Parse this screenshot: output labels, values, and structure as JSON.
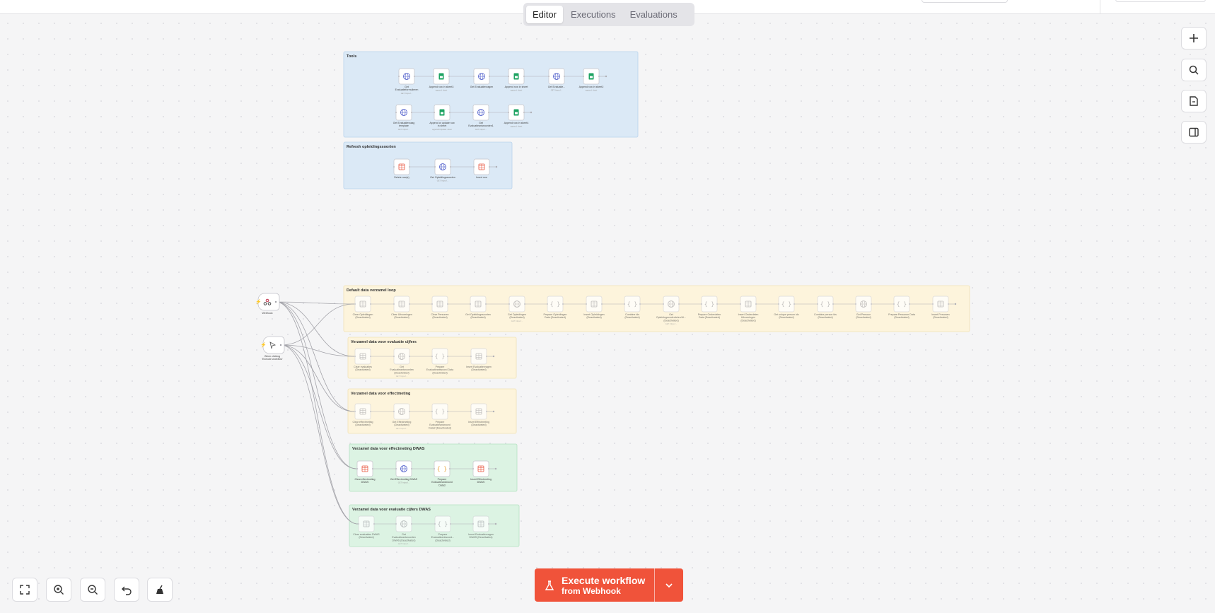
{
  "tabs": [
    "Editor",
    "Executions",
    "Evaluations"
  ],
  "active_tab": "Editor",
  "right_toolbar": [
    {
      "name": "add-node-button",
      "icon": "plus-icon"
    },
    {
      "name": "search-nodes-button",
      "icon": "search-icon"
    },
    {
      "name": "add-sticky-button",
      "icon": "sticky-note-icon"
    },
    {
      "name": "toggle-panel-button",
      "icon": "panel-icon"
    }
  ],
  "bottom_toolbar": [
    {
      "name": "zoom-to-fit-button",
      "icon": "fit-view-icon"
    },
    {
      "name": "zoom-in-button",
      "icon": "zoom-in-icon"
    },
    {
      "name": "zoom-out-button",
      "icon": "zoom-out-icon"
    },
    {
      "name": "undo-button",
      "icon": "undo-icon"
    },
    {
      "name": "tidy-up-button",
      "icon": "broom-icon"
    }
  ],
  "execute": {
    "label": "Execute workflow",
    "sublabel": "from Webhook",
    "color": "#f0533a"
  },
  "colors": {
    "blue_sticky": "#dbe9f6",
    "yellow_sticky": "#fdf4dc",
    "green_sticky": "#dcf3e3"
  },
  "triggers": [
    {
      "label": "Webhook",
      "icon": "webhook-icon"
    },
    {
      "label": "When clicking 'Execute workflow'",
      "icon": "cursor-icon"
    }
  ],
  "groups": [
    {
      "title": "Tools",
      "color": "blue",
      "rows": [
        [
          {
            "label": "Get Evaluatieformulieren",
            "sub": "GET: https://...",
            "type": "http"
          },
          {
            "label": "Append row in sheet3",
            "sub": "append: sheet",
            "type": "sheets"
          },
          {
            "label": "Get Evaluatievragen",
            "sub": "",
            "type": "http"
          },
          {
            "label": "Append row in sheet",
            "sub": "append: sheet",
            "type": "sheets"
          },
          {
            "label": "Get Evaluatie...",
            "sub": "GET: https://...",
            "type": "http"
          },
          {
            "label": "Append row in sheet2",
            "sub": "append: sheet",
            "type": "sheets"
          }
        ],
        [
          {
            "label": "Get Evaluatievraag template",
            "sub": "GET: https://...",
            "type": "http"
          },
          {
            "label": "Append or update row in sheet",
            "sub": "appendOrUpdate: sheet",
            "type": "sheets"
          },
          {
            "label": "Get Evaluatieantwoorden1",
            "sub": "GET: https://...",
            "type": "http"
          },
          {
            "label": "Append row in sheet4",
            "sub": "append: sheet",
            "type": "sheets"
          }
        ]
      ]
    },
    {
      "title": "Refresh opleidingssoorten",
      "color": "blue",
      "rows": [
        [
          {
            "label": "Delete row(s)",
            "sub": "",
            "type": "table"
          },
          {
            "label": "Get Opleidingssoorten",
            "sub": "GET: https://...",
            "type": "http"
          },
          {
            "label": "Insert row",
            "sub": "",
            "type": "table"
          }
        ]
      ]
    },
    {
      "title": "Default data verzamel loop",
      "color": "yellow",
      "rows": [
        [
          {
            "label": "Clear Opleidingen (Deactivated)",
            "sub": "",
            "type": "table-off"
          },
          {
            "label": "Clear Uitvoeringen (Deactivated)",
            "sub": "",
            "type": "table-off"
          },
          {
            "label": "Clear Personen (Deactivated)",
            "sub": "",
            "type": "table-off"
          },
          {
            "label": "Get Opleidingssoorten (Deactivated)",
            "sub": "",
            "type": "table-off"
          },
          {
            "label": "Get Opleidingen (Deactivated)",
            "sub": "GET: https://...",
            "type": "http-off"
          },
          {
            "label": "Prepare Opleidingen Data (Deactivated)",
            "sub": "",
            "type": "code-off"
          },
          {
            "label": "Insert Opleidingen (Deactivated)",
            "sub": "",
            "type": "table-off"
          },
          {
            "label": "Combine ids (Deactivated)",
            "sub": "",
            "type": "code-off"
          },
          {
            "label": "Get Opleidingsonderdelen/Ui... (Deactivated)",
            "sub": "GET: https://...",
            "type": "http-off"
          },
          {
            "label": "Prepare Onderdelen Data (Deactivated)",
            "sub": "",
            "type": "code-off"
          },
          {
            "label": "Insert Onderdelen Uitvoeringen (Deactivated)",
            "sub": "",
            "type": "table-off"
          },
          {
            "label": "Get unique person ids (Deactivated)",
            "sub": "",
            "type": "code-off"
          },
          {
            "label": "Combine person ids (Deactivated)",
            "sub": "",
            "type": "code-off"
          },
          {
            "label": "Get Persoon (Deactivated)",
            "sub": "",
            "type": "http-off"
          },
          {
            "label": "Prepare Personen Data (Deactivated)",
            "sub": "",
            "type": "code-off"
          },
          {
            "label": "Insert Personen (Deactivated)",
            "sub": "",
            "type": "table-off"
          }
        ]
      ]
    },
    {
      "title": "Verzamel data voor evaluatie cijfers",
      "color": "yellow",
      "rows": [
        [
          {
            "label": "Clear evaluaties (Deactivated)",
            "sub": "",
            "type": "table-off"
          },
          {
            "label": "Get Evaluatieantwoorden (Deactivated)",
            "sub": "GET: https://...",
            "type": "http-off"
          },
          {
            "label": "Prepare Evaluatieantwoord Data (Deactivated)",
            "sub": "",
            "type": "code-off"
          },
          {
            "label": "Insert Evaluatievragen (Deactivated)",
            "sub": "",
            "type": "table-off"
          }
        ]
      ]
    },
    {
      "title": "Verzamel data voor effectmeting",
      "color": "yellow",
      "rows": [
        [
          {
            "label": "Clear effectmeting (Deactivated)",
            "sub": "",
            "type": "table-off"
          },
          {
            "label": "Get Effectmeting (Deactivated)",
            "sub": "GET: https://...",
            "type": "http-off"
          },
          {
            "label": "Prepare Evaluatieantwoord Data2 (Deactivated)",
            "sub": "",
            "type": "code-off"
          },
          {
            "label": "Insert Effectmeting (Deactivated)",
            "sub": "",
            "type": "table-off"
          }
        ]
      ]
    },
    {
      "title": "Verzamel data voor effectmeting DWAS",
      "color": "green",
      "rows": [
        [
          {
            "label": "Clear effectmeting DWAS",
            "sub": "",
            "type": "table"
          },
          {
            "label": "Get Effectmeting DWAS",
            "sub": "GET: https://...",
            "type": "http"
          },
          {
            "label": "Prepare Evaluatieantwoord Data3",
            "sub": "",
            "type": "code"
          },
          {
            "label": "Insert Effectmeting DWAS",
            "sub": "",
            "type": "table"
          }
        ]
      ]
    },
    {
      "title": "Verzamel data voor evaluatie cijfers DWAS",
      "color": "green",
      "rows": [
        [
          {
            "label": "Clear evaluaties DWAS (Deactivated)",
            "sub": "",
            "type": "table-off"
          },
          {
            "label": "Get Evaluatieantwoorden DWAS (Deactivated)",
            "sub": "GET: https://...",
            "type": "http-off"
          },
          {
            "label": "Prepare Evaluatieantwoord... (Deactivated)",
            "sub": "",
            "type": "code-off"
          },
          {
            "label": "Insert Evaluatievragen DWAS (Deactivated)",
            "sub": "",
            "type": "table-off"
          }
        ]
      ]
    }
  ]
}
